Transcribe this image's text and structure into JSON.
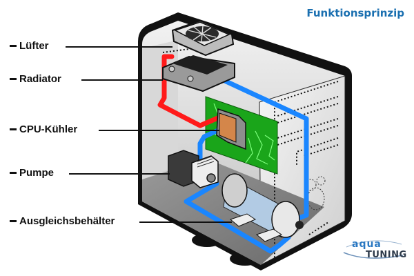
{
  "title": "Funktionsprinzip",
  "labels": [
    {
      "id": "fan",
      "text": "Lüfter"
    },
    {
      "id": "radiator",
      "text": "Radiator"
    },
    {
      "id": "cpu-cooler",
      "text": "CPU-Kühler"
    },
    {
      "id": "pump",
      "text": "Pumpe"
    },
    {
      "id": "reservoir",
      "text": "Ausgleichsbehälter"
    }
  ],
  "logo": {
    "line1": "aqua",
    "line2": "TUNING"
  },
  "colors": {
    "title": "#1a6fb0",
    "hot_tube": "#ff1a1a",
    "cold_tube": "#1a86ff",
    "pcb": "#1aa51a",
    "case_outline": "#000000"
  }
}
